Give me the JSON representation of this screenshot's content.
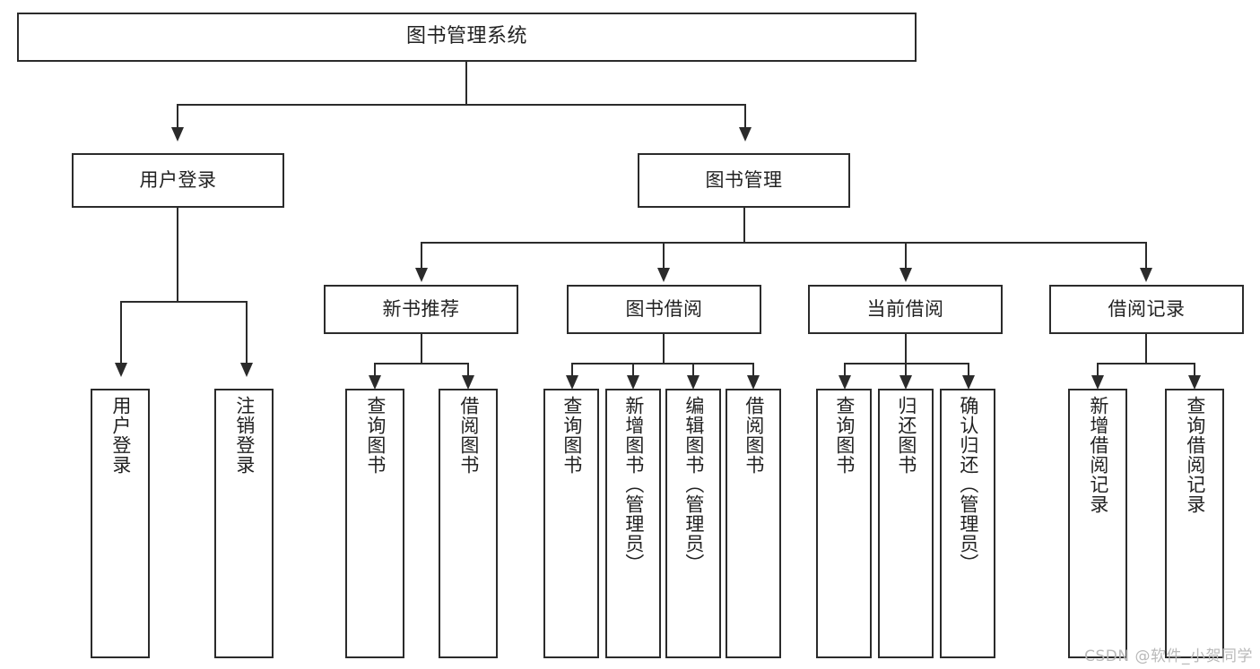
{
  "diagram": {
    "title": "图书管理系统",
    "watermark": "CSDN @软件_小贺同学",
    "style": {
      "box_border_color": "#2b2b2b",
      "box_fill_color": "#ffffff",
      "text_color": "#222222",
      "connector_color": "#2b2b2b",
      "watermark_color": "#b9b9b9",
      "background": "#ffffff"
    }
  },
  "chart_data": {
    "type": "tree",
    "title": "图书管理系统",
    "orientation": "top-down",
    "root": "图书管理系统",
    "levels": 4,
    "nodes": [
      {
        "id": "root",
        "label": "图书管理系统",
        "level": 0,
        "parent": null
      },
      {
        "id": "user_login",
        "label": "用户登录",
        "level": 1,
        "parent": "root"
      },
      {
        "id": "book_mgmt",
        "label": "图书管理",
        "level": 1,
        "parent": "root"
      },
      {
        "id": "new_book_rec",
        "label": "新书推荐",
        "level": 2,
        "parent": "book_mgmt"
      },
      {
        "id": "book_borrow",
        "label": "图书借阅",
        "level": 2,
        "parent": "book_mgmt"
      },
      {
        "id": "current_borrow",
        "label": "当前借阅",
        "level": 2,
        "parent": "book_mgmt"
      },
      {
        "id": "borrow_record",
        "label": "借阅记录",
        "level": 2,
        "parent": "book_mgmt"
      },
      {
        "id": "leaf_user_login",
        "label": "用户登录",
        "level": 2,
        "parent": "user_login"
      },
      {
        "id": "leaf_logout",
        "label": "注销登录",
        "level": 2,
        "parent": "user_login"
      },
      {
        "id": "leaf_query_book_1",
        "label": "查询图书",
        "level": 3,
        "parent": "new_book_rec"
      },
      {
        "id": "leaf_borrow_book_1",
        "label": "借阅图书",
        "level": 3,
        "parent": "new_book_rec"
      },
      {
        "id": "leaf_query_book_2",
        "label": "查询图书",
        "level": 3,
        "parent": "book_borrow"
      },
      {
        "id": "leaf_add_book",
        "label": "新增图书（管理员）",
        "level": 3,
        "parent": "book_borrow"
      },
      {
        "id": "leaf_edit_book",
        "label": "编辑图书（管理员）",
        "level": 3,
        "parent": "book_borrow"
      },
      {
        "id": "leaf_borrow_book_2",
        "label": "借阅图书",
        "level": 3,
        "parent": "book_borrow"
      },
      {
        "id": "leaf_query_book_3",
        "label": "查询图书",
        "level": 3,
        "parent": "current_borrow"
      },
      {
        "id": "leaf_return_book",
        "label": "归还图书",
        "level": 3,
        "parent": "current_borrow"
      },
      {
        "id": "leaf_confirm_return",
        "label": "确认归还（管理员）",
        "level": 3,
        "parent": "current_borrow"
      },
      {
        "id": "leaf_add_record",
        "label": "新增借阅记录",
        "level": 3,
        "parent": "borrow_record"
      },
      {
        "id": "leaf_query_record",
        "label": "查询借阅记录",
        "level": 3,
        "parent": "borrow_record"
      }
    ],
    "edges": [
      {
        "from": "root",
        "to": "user_login"
      },
      {
        "from": "root",
        "to": "book_mgmt"
      },
      {
        "from": "user_login",
        "to": "leaf_user_login"
      },
      {
        "from": "user_login",
        "to": "leaf_logout"
      },
      {
        "from": "book_mgmt",
        "to": "new_book_rec"
      },
      {
        "from": "book_mgmt",
        "to": "book_borrow"
      },
      {
        "from": "book_mgmt",
        "to": "current_borrow"
      },
      {
        "from": "book_mgmt",
        "to": "borrow_record"
      },
      {
        "from": "new_book_rec",
        "to": "leaf_query_book_1"
      },
      {
        "from": "new_book_rec",
        "to": "leaf_borrow_book_1"
      },
      {
        "from": "book_borrow",
        "to": "leaf_query_book_2"
      },
      {
        "from": "book_borrow",
        "to": "leaf_add_book"
      },
      {
        "from": "book_borrow",
        "to": "leaf_edit_book"
      },
      {
        "from": "book_borrow",
        "to": "leaf_borrow_book_2"
      },
      {
        "from": "current_borrow",
        "to": "leaf_query_book_3"
      },
      {
        "from": "current_borrow",
        "to": "leaf_return_book"
      },
      {
        "from": "current_borrow",
        "to": "leaf_confirm_return"
      },
      {
        "from": "borrow_record",
        "to": "leaf_add_record"
      },
      {
        "from": "borrow_record",
        "to": "leaf_query_record"
      }
    ]
  }
}
